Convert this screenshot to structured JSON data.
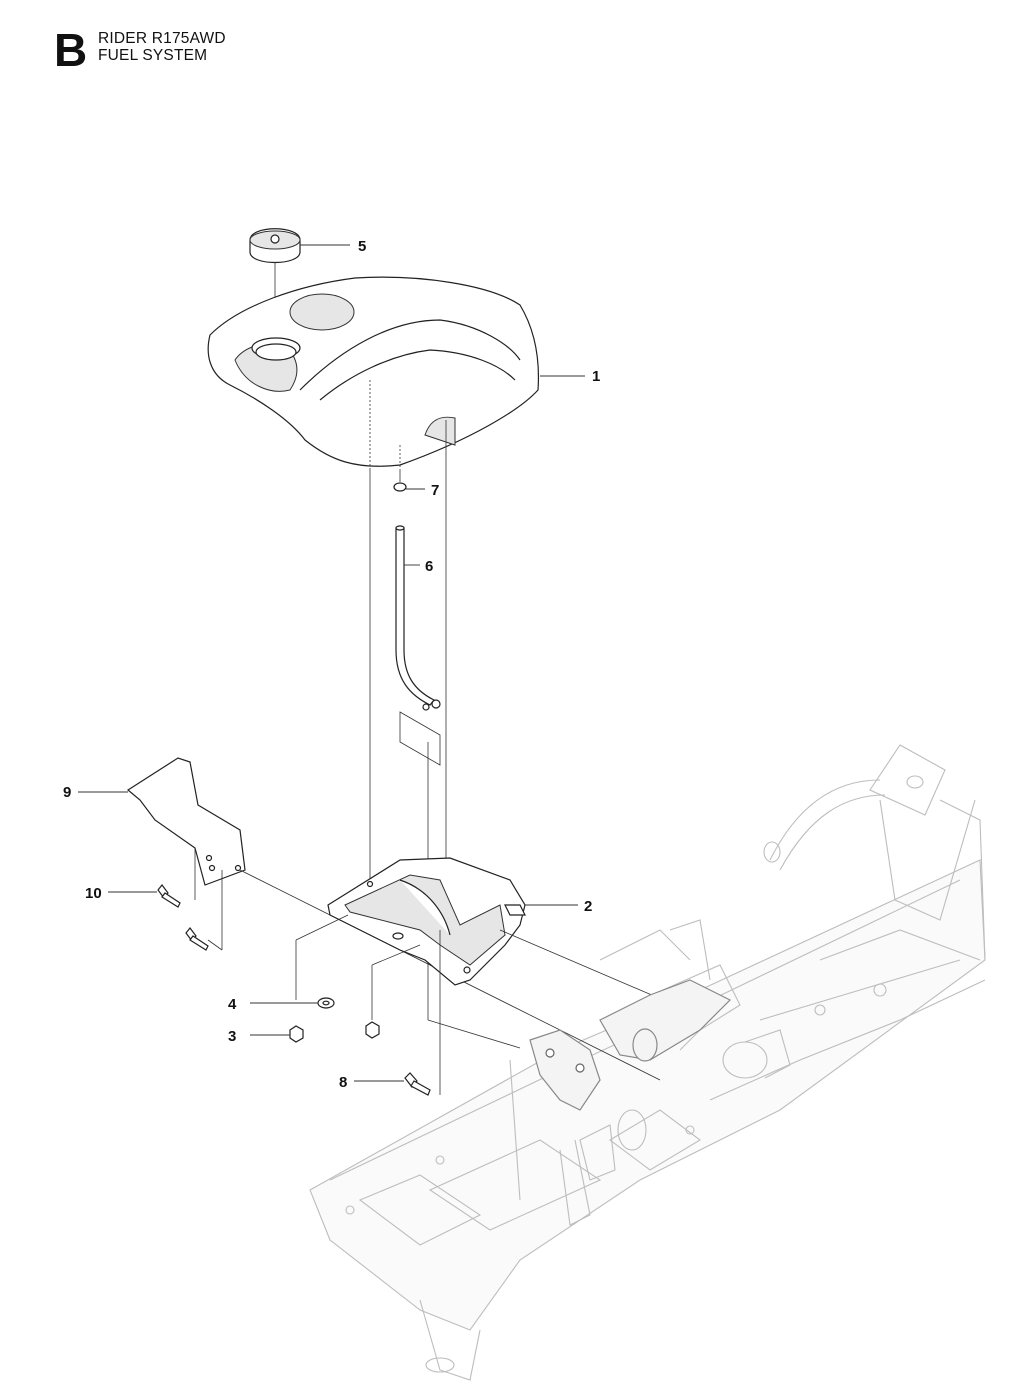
{
  "header": {
    "section_letter": "B",
    "model": "RIDER R175AWD",
    "section_title": "FUEL SYSTEM"
  },
  "callouts": [
    {
      "id": "1",
      "label": "1"
    },
    {
      "id": "2",
      "label": "2"
    },
    {
      "id": "3",
      "label": "3"
    },
    {
      "id": "4",
      "label": "4"
    },
    {
      "id": "5",
      "label": "5"
    },
    {
      "id": "6",
      "label": "6"
    },
    {
      "id": "7",
      "label": "7"
    },
    {
      "id": "8",
      "label": "8"
    },
    {
      "id": "9",
      "label": "9"
    },
    {
      "id": "10",
      "label": "10"
    }
  ]
}
